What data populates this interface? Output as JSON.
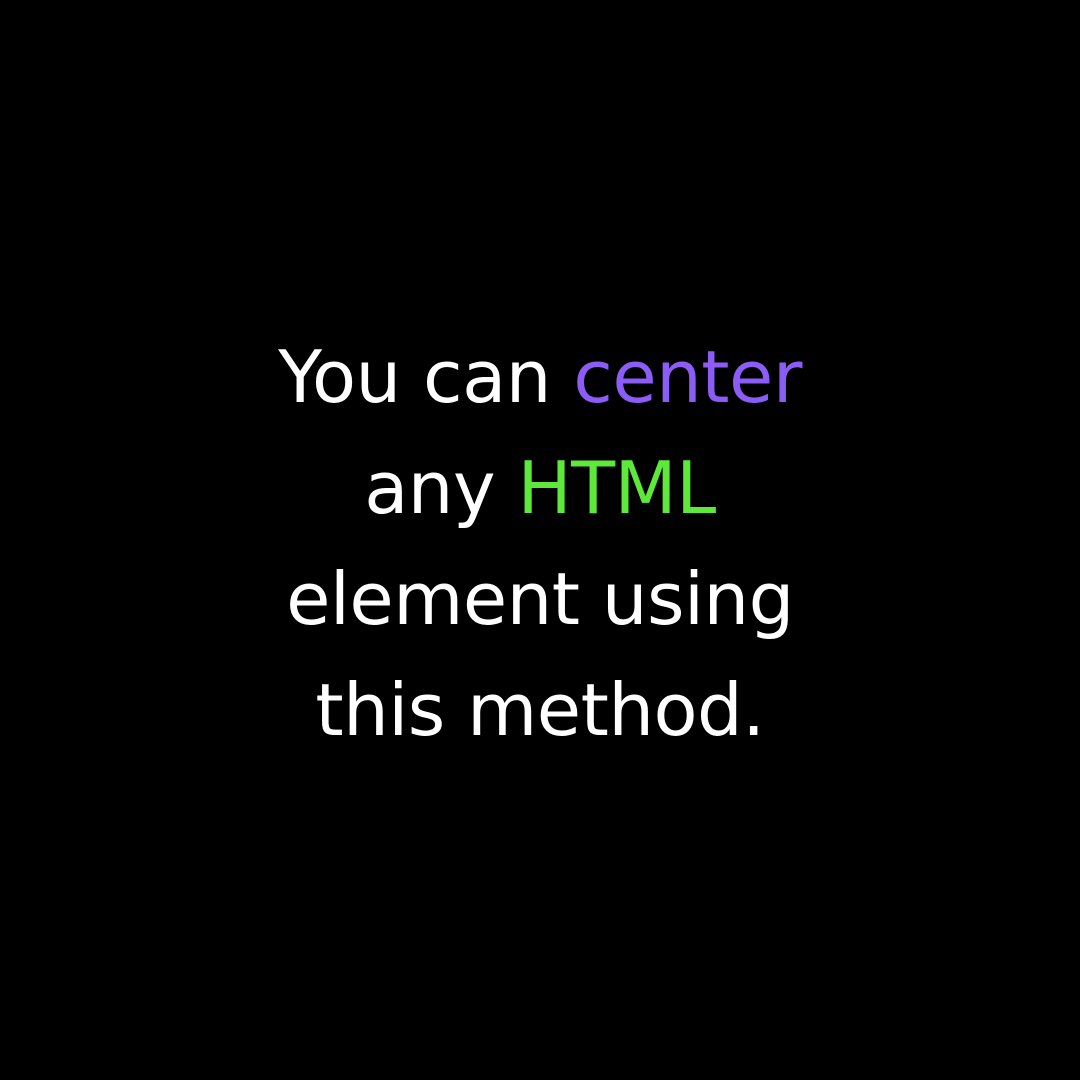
{
  "colors": {
    "background": "#000000",
    "text": "#ffffff",
    "accent_purple": "#8b5cf6",
    "accent_green": "#5ee83a"
  },
  "message": {
    "line1_prefix": "You can ",
    "line1_highlight": "center",
    "line2_prefix": "any ",
    "line2_highlight": "HTML",
    "line3": "element using",
    "line4": "this method."
  }
}
